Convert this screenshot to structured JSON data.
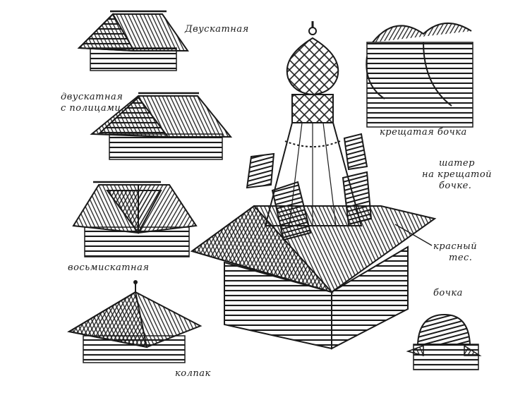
{
  "labels": {
    "dvuskatnaya": "Двускатная",
    "dvuskatnaya_politsy_1": "двускатная",
    "dvuskatnaya_politsy_2": "с полицами",
    "vosmiskatnaya": "восьмискатная",
    "kolpak": "колпак",
    "kreshchataya_bochka": "крещатая бочка",
    "shater_1": "шатер",
    "shater_2": "на крещатой",
    "shater_3": "бочке.",
    "krasny_1": "красный",
    "krasny_2": "тес.",
    "bochka": "бочка"
  },
  "colors": {
    "ink": "#1a1a1a",
    "paper": "#ffffff"
  }
}
